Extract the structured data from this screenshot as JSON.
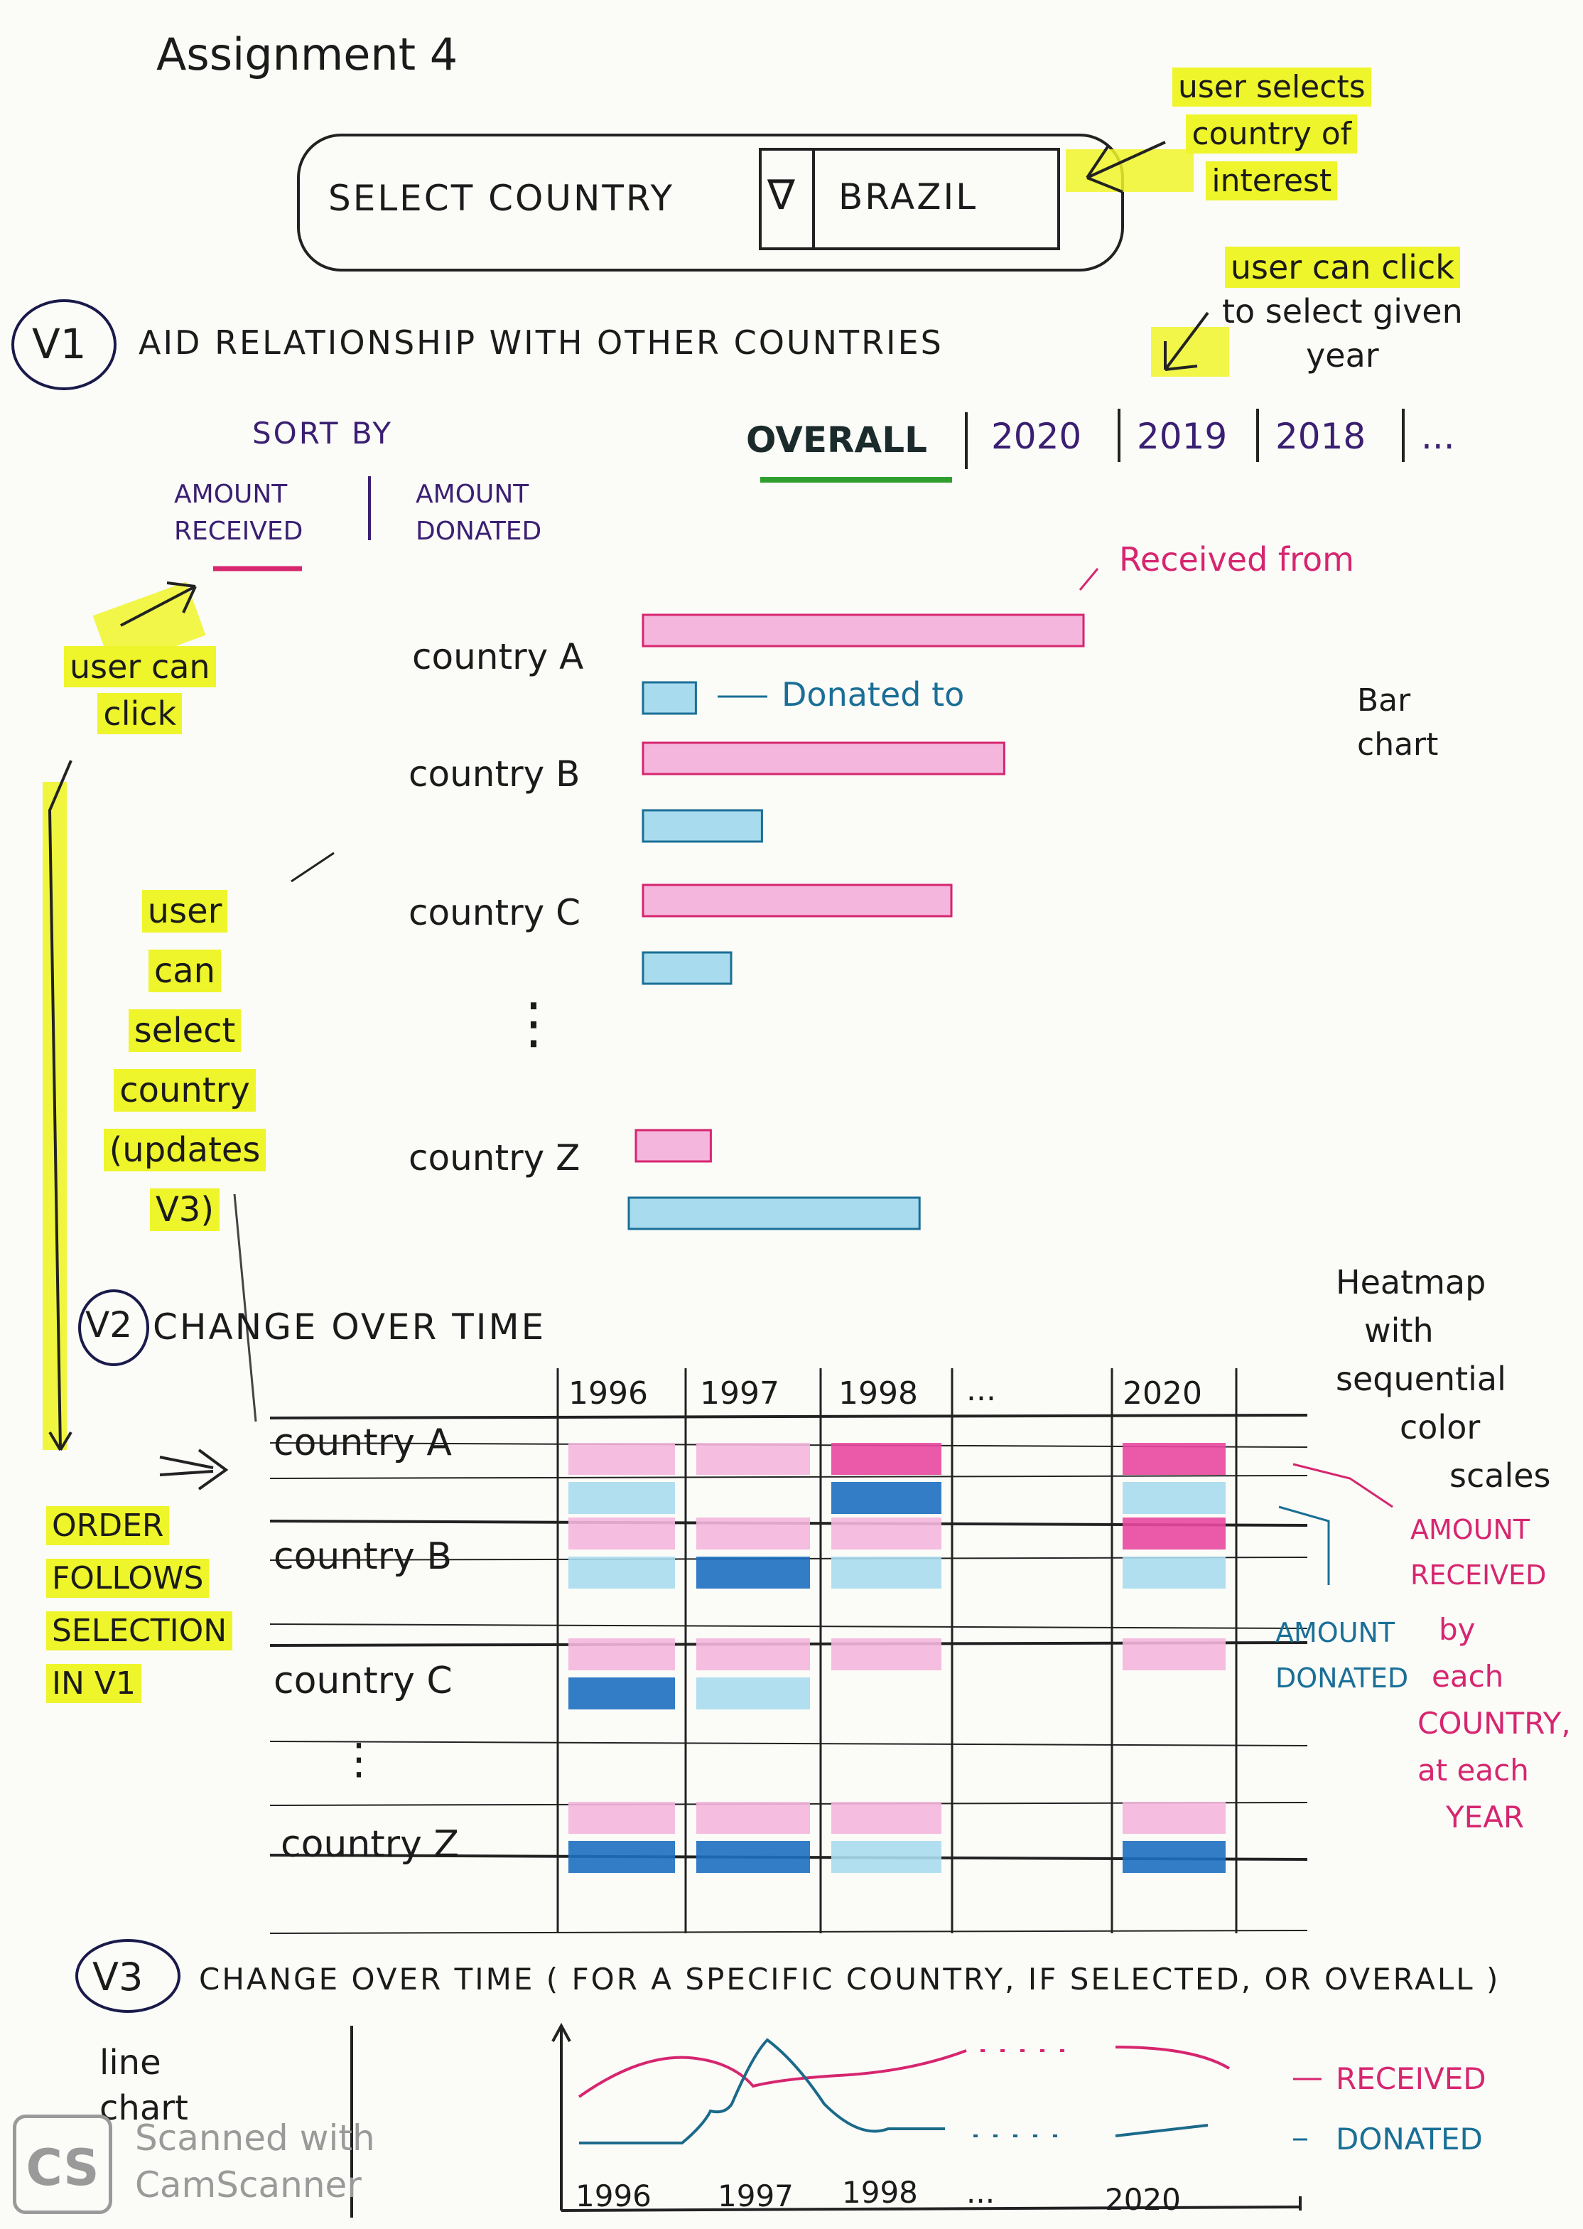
{
  "title": "Assignment 4",
  "selector": {
    "label": "SELECT COUNTRY",
    "arrow": "∇",
    "value": "BRAZIL"
  },
  "notes": {
    "user_selects": [
      "user selects",
      "country of",
      "interest"
    ],
    "user_click_year": [
      "user can click",
      "to select given",
      "year"
    ],
    "user_can_click": [
      "user can",
      "click"
    ],
    "user_select_country": [
      "user",
      "can",
      "select",
      "country",
      "(updates",
      "V3)"
    ],
    "order_follows": [
      "ORDER",
      "FOLLOWS",
      "SELECTION",
      "IN V1"
    ],
    "bar_chart": [
      "Bar",
      "chart"
    ],
    "heatmap": [
      "Heatmap",
      "with",
      "sequential",
      "color",
      "scales"
    ],
    "amount_received_legend": [
      "AMOUNT",
      "RECEIVED"
    ],
    "amount_donated_legend": [
      "AMOUNT",
      "DONATED"
    ],
    "by_each": [
      "by",
      "each",
      "COUNTRY,",
      "at each",
      "YEAR"
    ],
    "line_chart": [
      "line",
      "chart"
    ],
    "scan_watermark": [
      "Scanned with",
      "CamScanner"
    ],
    "scan_logo": "CS"
  },
  "v1": {
    "badge": "V1",
    "title": "AID RELATIONSHIP WITH OTHER COUNTRIES",
    "sort_by": "SORT BY",
    "sort_options": [
      {
        "line1": "AMOUNT",
        "line2": "RECEIVED"
      },
      {
        "line1": "AMOUNT",
        "line2": "DONATED"
      }
    ],
    "year_tabs": [
      "OVERALL",
      "2020",
      "2019",
      "2018",
      "..."
    ],
    "received_label": "Received from",
    "donated_label": "Donated to",
    "rows": [
      {
        "name": "country A",
        "received": 1.0,
        "donated": 0.12
      },
      {
        "name": "country B",
        "received": 0.82,
        "donated": 0.27
      },
      {
        "name": "country C",
        "received": 0.7,
        "donated": 0.2
      },
      {
        "name": "country Z",
        "received": 0.17,
        "donated": 0.66
      }
    ],
    "ellipsis": "⋮"
  },
  "v2": {
    "badge": "V2",
    "title": "CHANGE OVER TIME",
    "years": [
      "1996",
      "1997",
      "1998",
      "...",
      "2020"
    ],
    "rows": [
      "country A",
      "country B",
      "country C",
      "country Z"
    ],
    "ellipsis": "⋮"
  },
  "v3": {
    "badge": "V3",
    "title": "CHANGE OVER TIME ( FOR A SPECIFIC COUNTRY, IF SELECTED, OR OVERALL )",
    "x_labels": [
      "1996",
      "1997",
      "1998",
      "...",
      "2020"
    ],
    "legend_received": "RECEIVED",
    "legend_donated": "DONATED"
  },
  "colors": {
    "pink_light": "#f4b6dc",
    "pink_dark": "#e8489e",
    "blue_light": "#a9dbee",
    "blue_dark": "#1d6fc0",
    "highlighter": "#eef52a",
    "green_underline": "#2e9f2e"
  }
}
